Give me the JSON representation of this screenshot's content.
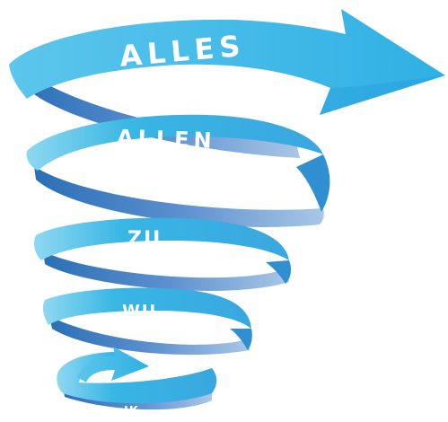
{
  "spiral": {
    "levels": [
      {
        "id": "alles",
        "label": "ALLES"
      },
      {
        "id": "allen",
        "label": "ALLEN"
      },
      {
        "id": "zij",
        "label": "ZIJ"
      },
      {
        "id": "wij",
        "label": "WIJ"
      },
      {
        "id": "ik",
        "label": "IK"
      }
    ]
  },
  "colors": {
    "ribbon_light": "#8fd8f2",
    "ribbon_main": "#38b6e4",
    "ribbon_dark": "#1f86c6",
    "ribbon_shadow": "#2a6fb4",
    "ribbon_back": "#a9c7e6",
    "label_text": "#ffffff"
  }
}
